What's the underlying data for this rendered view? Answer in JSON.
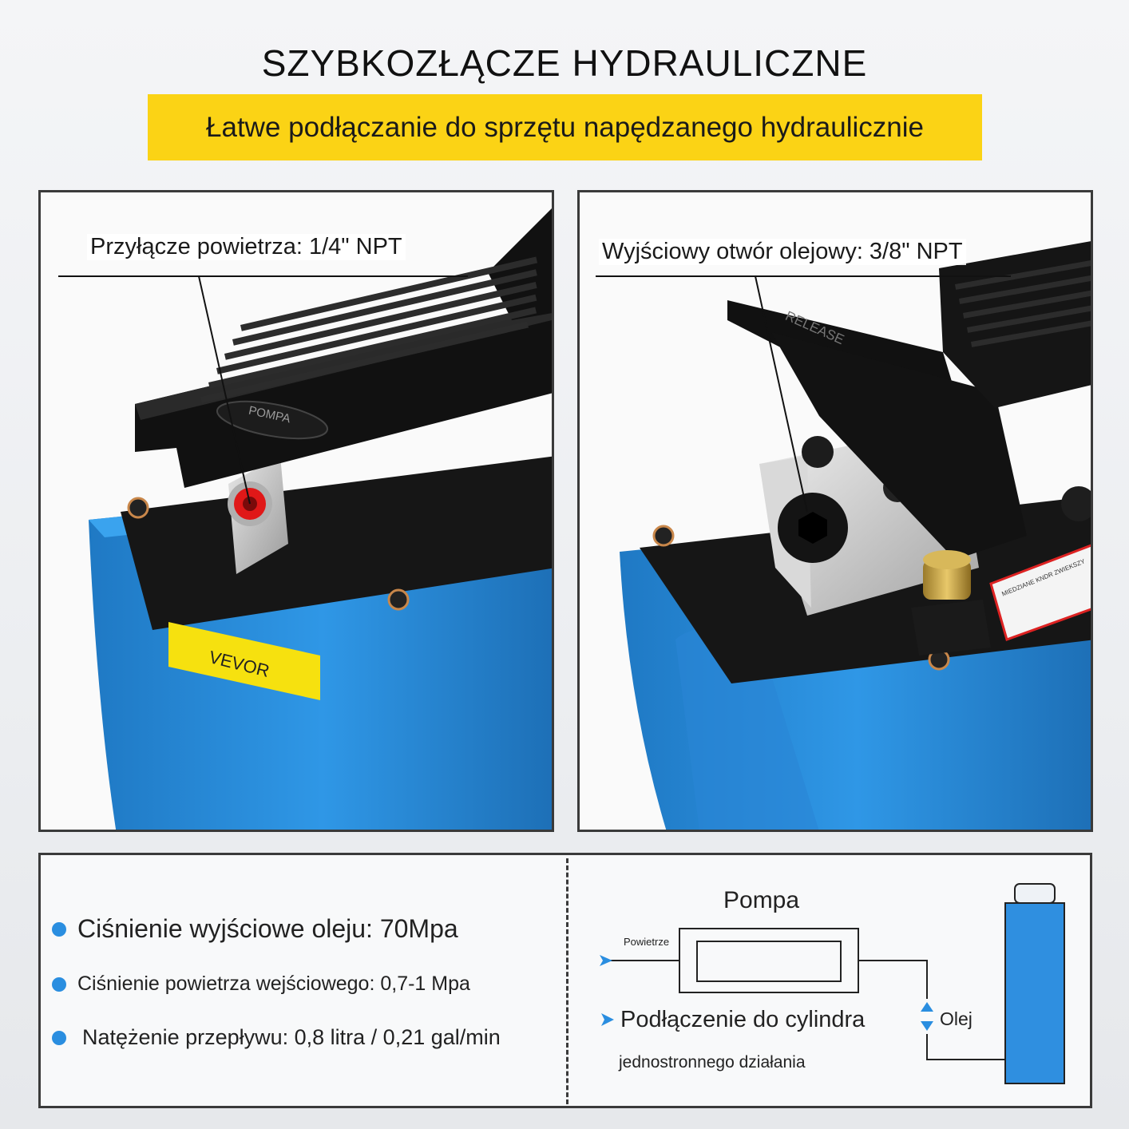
{
  "header": {
    "title": "SZYBKOZŁĄCZE HYDRAULICZNE",
    "subtitle": "Łatwe podłączanie do sprzętu napędzanego hydraulicznie"
  },
  "panels": {
    "left": {
      "callout": "Przyłącze powietrza: 1/4\" NPT",
      "pedal_text": "POMPA",
      "brand_label": "VEVOR"
    },
    "right": {
      "callout": "Wyjściowy otwór olejowy: 3/8\" NPT",
      "pedal_text": "RELEASE",
      "warning_text": "MIEDZIANE KNDR ZWIEKSZY"
    }
  },
  "specs": {
    "items": [
      "Ciśnienie wyjściowe oleju: 70Mpa",
      "Ciśnienie powietrza wejściowego: 0,7-1 Mpa",
      "Natężenie przepływu: 0,8 litra / 0,21 gal/min"
    ]
  },
  "diagram": {
    "pump_label": "Pompa",
    "air_label": "Powietrze",
    "oil_label": "Olej",
    "connection_label": "Podłączenie do cylindra",
    "connection_sub": "jednostronnego działania"
  },
  "colors": {
    "accent_yellow": "#fbd315",
    "pump_blue": "#2a8ee0",
    "cylinder_blue": "#2f8fe0",
    "pedal_black": "#111111",
    "fitting_red": "#e01818"
  },
  "icons": [
    "bullet-dot-icon",
    "arrow-right-icon",
    "double-arrow-icon"
  ]
}
